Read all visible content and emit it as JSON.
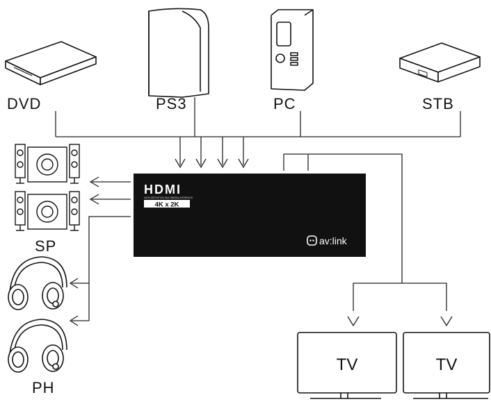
{
  "sources": [
    {
      "id": "dvd",
      "label": "DVD",
      "icon": "dvd-player-icon"
    },
    {
      "id": "ps3",
      "label": "PS3",
      "icon": "game-console-icon"
    },
    {
      "id": "pc",
      "label": "PC",
      "icon": "pc-tower-icon"
    },
    {
      "id": "stb",
      "label": "STB",
      "icon": "set-top-box-icon"
    }
  ],
  "device": {
    "logo": "HDMI",
    "logo_tagline": "HIGH-DEFINITION MULTIMEDIA INTERFACE",
    "resolution": "4K x 2K",
    "brand": "av:link",
    "color": "#111111"
  },
  "speakers_label": "SP",
  "headphones_label": "PH",
  "displays": [
    {
      "id": "tv1",
      "label": "TV"
    },
    {
      "id": "tv2",
      "label": "TV"
    }
  ],
  "line_color": "#222222"
}
